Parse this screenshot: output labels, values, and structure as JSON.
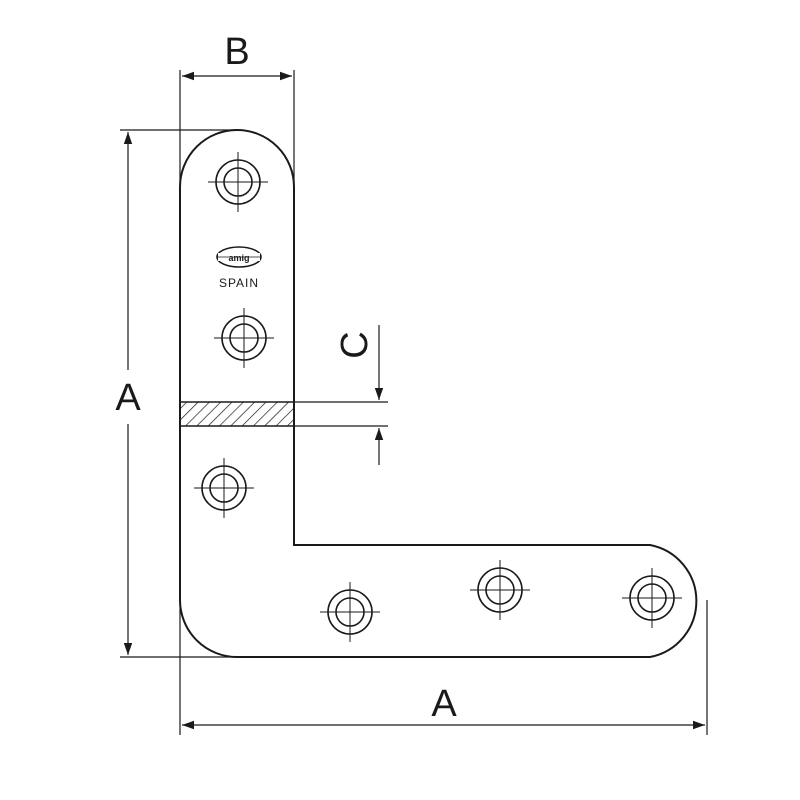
{
  "labels": {
    "dim_b": "B",
    "dim_a_vertical": "A",
    "dim_a_horizontal": "A",
    "dim_c": "C",
    "origin": "SPAIN",
    "brand": "amig"
  },
  "colors": {
    "line": "#1a1a1a",
    "background": "#ffffff"
  },
  "icons": {
    "screw_hole": "countersunk-hole-icon",
    "brand_logo": "brand-logo-icon"
  }
}
